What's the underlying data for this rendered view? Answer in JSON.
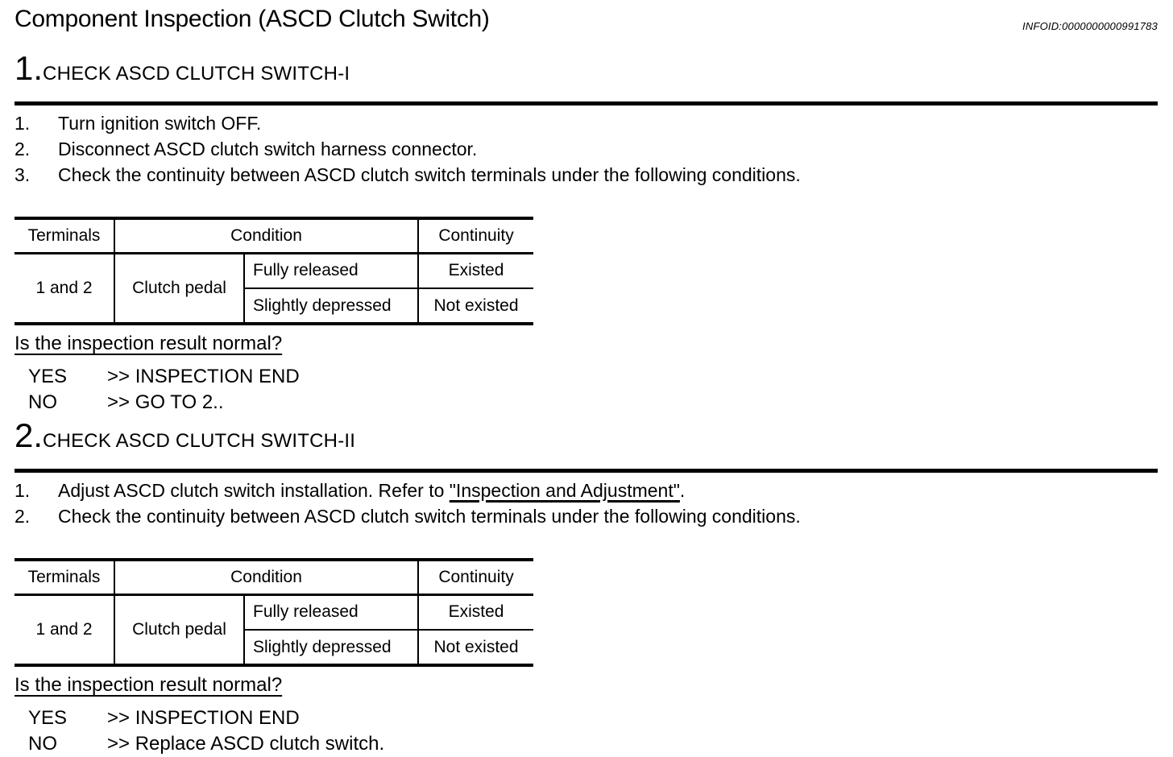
{
  "page": {
    "title": "Component Inspection (ASCD Clutch Switch)",
    "infoid": "INFOID:0000000000991783"
  },
  "colors": {
    "text": "#000000",
    "background": "#ffffff"
  },
  "steps": [
    {
      "number": "1.",
      "title": "CHECK ASCD CLUTCH SWITCH-I",
      "substeps": [
        {
          "num": "1.",
          "text": "Turn ignition switch OFF."
        },
        {
          "num": "2.",
          "text": "Disconnect ASCD clutch switch harness connector."
        },
        {
          "num": "3.",
          "text": "Check the continuity between ASCD clutch switch terminals under the following conditions."
        }
      ],
      "table": {
        "headers": [
          "Terminals",
          "Condition",
          "Continuity"
        ],
        "terminals": "1 and 2",
        "condition_main": "Clutch pedal",
        "rows": [
          {
            "condition": "Fully released",
            "continuity": "Existed"
          },
          {
            "condition": "Slightly depressed",
            "continuity": "Not existed"
          }
        ]
      },
      "question": "Is the inspection result normal?",
      "answers": [
        {
          "label": "YES",
          "action": ">> INSPECTION END"
        },
        {
          "label": "NO",
          "action": ">> GO TO 2.."
        }
      ]
    },
    {
      "number": "2.",
      "title": "CHECK ASCD CLUTCH SWITCH-II",
      "substeps": [
        {
          "num": "1.",
          "text": "Adjust ASCD clutch switch installation. Refer to ",
          "link": "\"Inspection and Adjustment\"",
          "text_after": "."
        },
        {
          "num": "2.",
          "text": "Check the continuity between ASCD clutch switch terminals under the following conditions."
        }
      ],
      "table": {
        "headers": [
          "Terminals",
          "Condition",
          "Continuity"
        ],
        "terminals": "1 and 2",
        "condition_main": "Clutch pedal",
        "rows": [
          {
            "condition": "Fully released",
            "continuity": "Existed"
          },
          {
            "condition": "Slightly depressed",
            "continuity": "Not existed"
          }
        ]
      },
      "question": "Is the inspection result normal?",
      "answers": [
        {
          "label": "YES",
          "action": ">> INSPECTION END"
        },
        {
          "label": "NO",
          "action": ">> Replace ASCD clutch switch."
        }
      ]
    }
  ]
}
